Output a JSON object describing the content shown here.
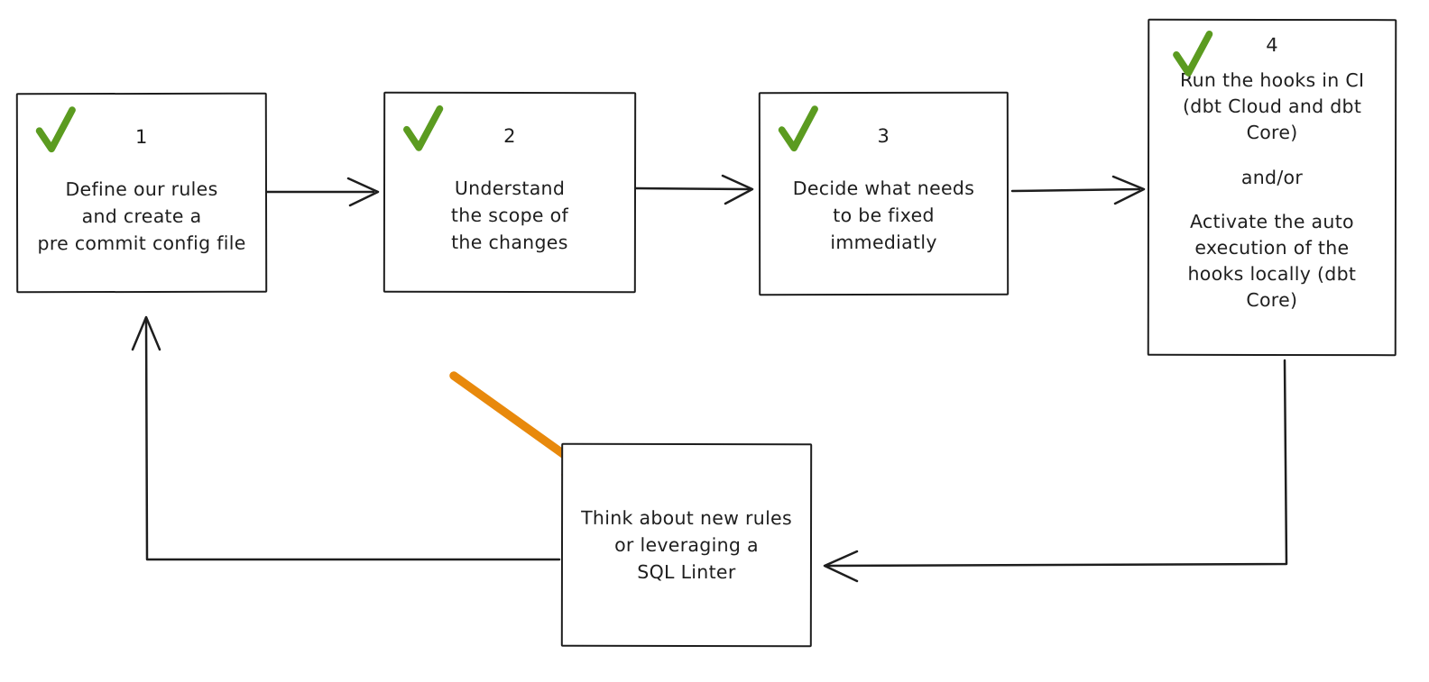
{
  "canvas": {
    "background": "#ffffff"
  },
  "colors": {
    "stroke": "#1e1e1e",
    "check_green": "#5b9b20",
    "arrow_orange": "#e8890c"
  },
  "boxes": {
    "step1": {
      "number": "1",
      "check_icon": "green-check",
      "lines": [
        "Define our rules",
        "and create a",
        "pre commit config file"
      ]
    },
    "step2": {
      "number": "2",
      "check_icon": "green-check",
      "lines": [
        "Understand",
        "the scope of",
        "the changes"
      ]
    },
    "step3": {
      "number": "3",
      "check_icon": "green-check",
      "lines": [
        "Decide what needs",
        "to be fixed",
        "immediatly"
      ]
    },
    "step4": {
      "number": "4",
      "check_icon": "green-check",
      "lines": [
        "Run the hooks in CI",
        "(dbt Cloud and dbt",
        "Core)",
        "",
        "and/or",
        "",
        "Activate the auto",
        "execution of the",
        "hooks locally (dbt",
        "Core)"
      ]
    },
    "loop": {
      "lines": [
        "Think about new rules",
        "or leveraging a",
        "SQL Linter"
      ]
    }
  }
}
